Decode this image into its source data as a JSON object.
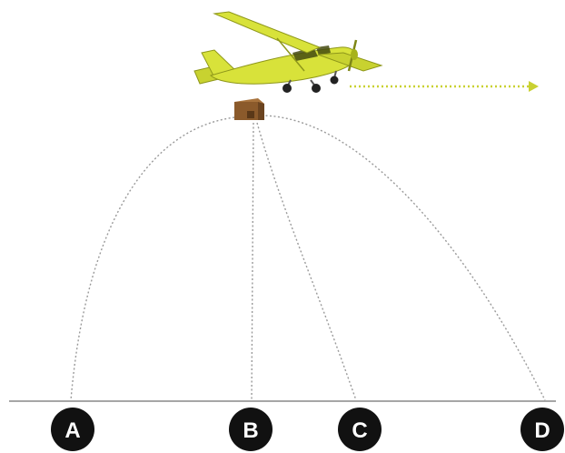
{
  "markers": [
    {
      "id": "A",
      "label": "A"
    },
    {
      "id": "B",
      "label": "B"
    },
    {
      "id": "C",
      "label": "C"
    },
    {
      "id": "D",
      "label": "D"
    }
  ],
  "icons": {
    "airplane": "airplane-icon",
    "package": "package-icon",
    "direction_arrow": "arrow-right-icon"
  },
  "colors": {
    "airplane_body": "#d8e23a",
    "airplane_dark": "#a7b21a",
    "arrow": "#c9d132",
    "package": "#8b5a2b",
    "path": "#9a9a9a",
    "ground": "#888888",
    "marker_fill": "#111111",
    "marker_text": "#ffffff"
  }
}
